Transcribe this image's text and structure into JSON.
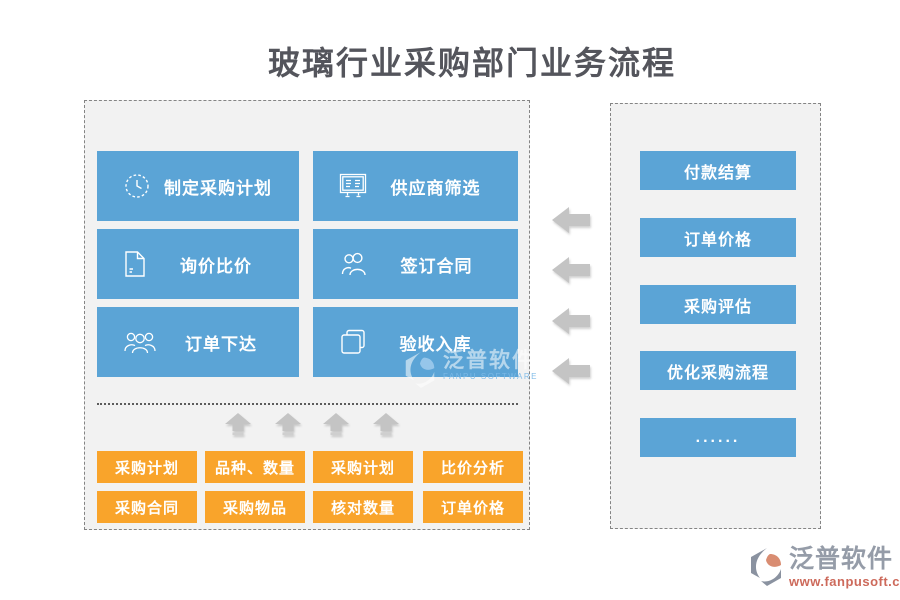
{
  "title": "玻璃行业采购部门业务流程",
  "colors": {
    "process_blue": "#5ba4d6",
    "detail_orange": "#f9a42b",
    "panel_background": "#f2f2f2",
    "panel_border": "#848484",
    "arrow_gray": "#c4c4c4",
    "title_color": "#54555c",
    "logo_gray": "#959ca8",
    "logo_red": "#cd6a5b"
  },
  "left_panel": {
    "process_boxes": [
      {
        "label": "制定采购计划",
        "icon": "clock-icon"
      },
      {
        "label": "供应商筛选",
        "icon": "list-board-icon"
      },
      {
        "label": "询价比价",
        "icon": "document-icon"
      },
      {
        "label": "签订合同",
        "icon": "two-people-icon"
      },
      {
        "label": "订单下达",
        "icon": "three-people-icon"
      },
      {
        "label": "验收入库",
        "icon": "copy-docs-icon"
      }
    ],
    "detail_boxes": [
      [
        "采购计划",
        "品种、数量",
        "采购计划",
        "比价分析"
      ],
      [
        "采购合同",
        "采购物品",
        "核对数量",
        "订单价格"
      ]
    ]
  },
  "right_panel": {
    "boxes": [
      "付款结算",
      "订单价格",
      "采购评估",
      "优化采购流程",
      "......"
    ]
  },
  "watermark": {
    "text": "泛普软件",
    "subtext": "FANPU SOFTWARE"
  },
  "footer_logo": {
    "text": "泛普软件",
    "url": "www.fanpusoft.com"
  }
}
